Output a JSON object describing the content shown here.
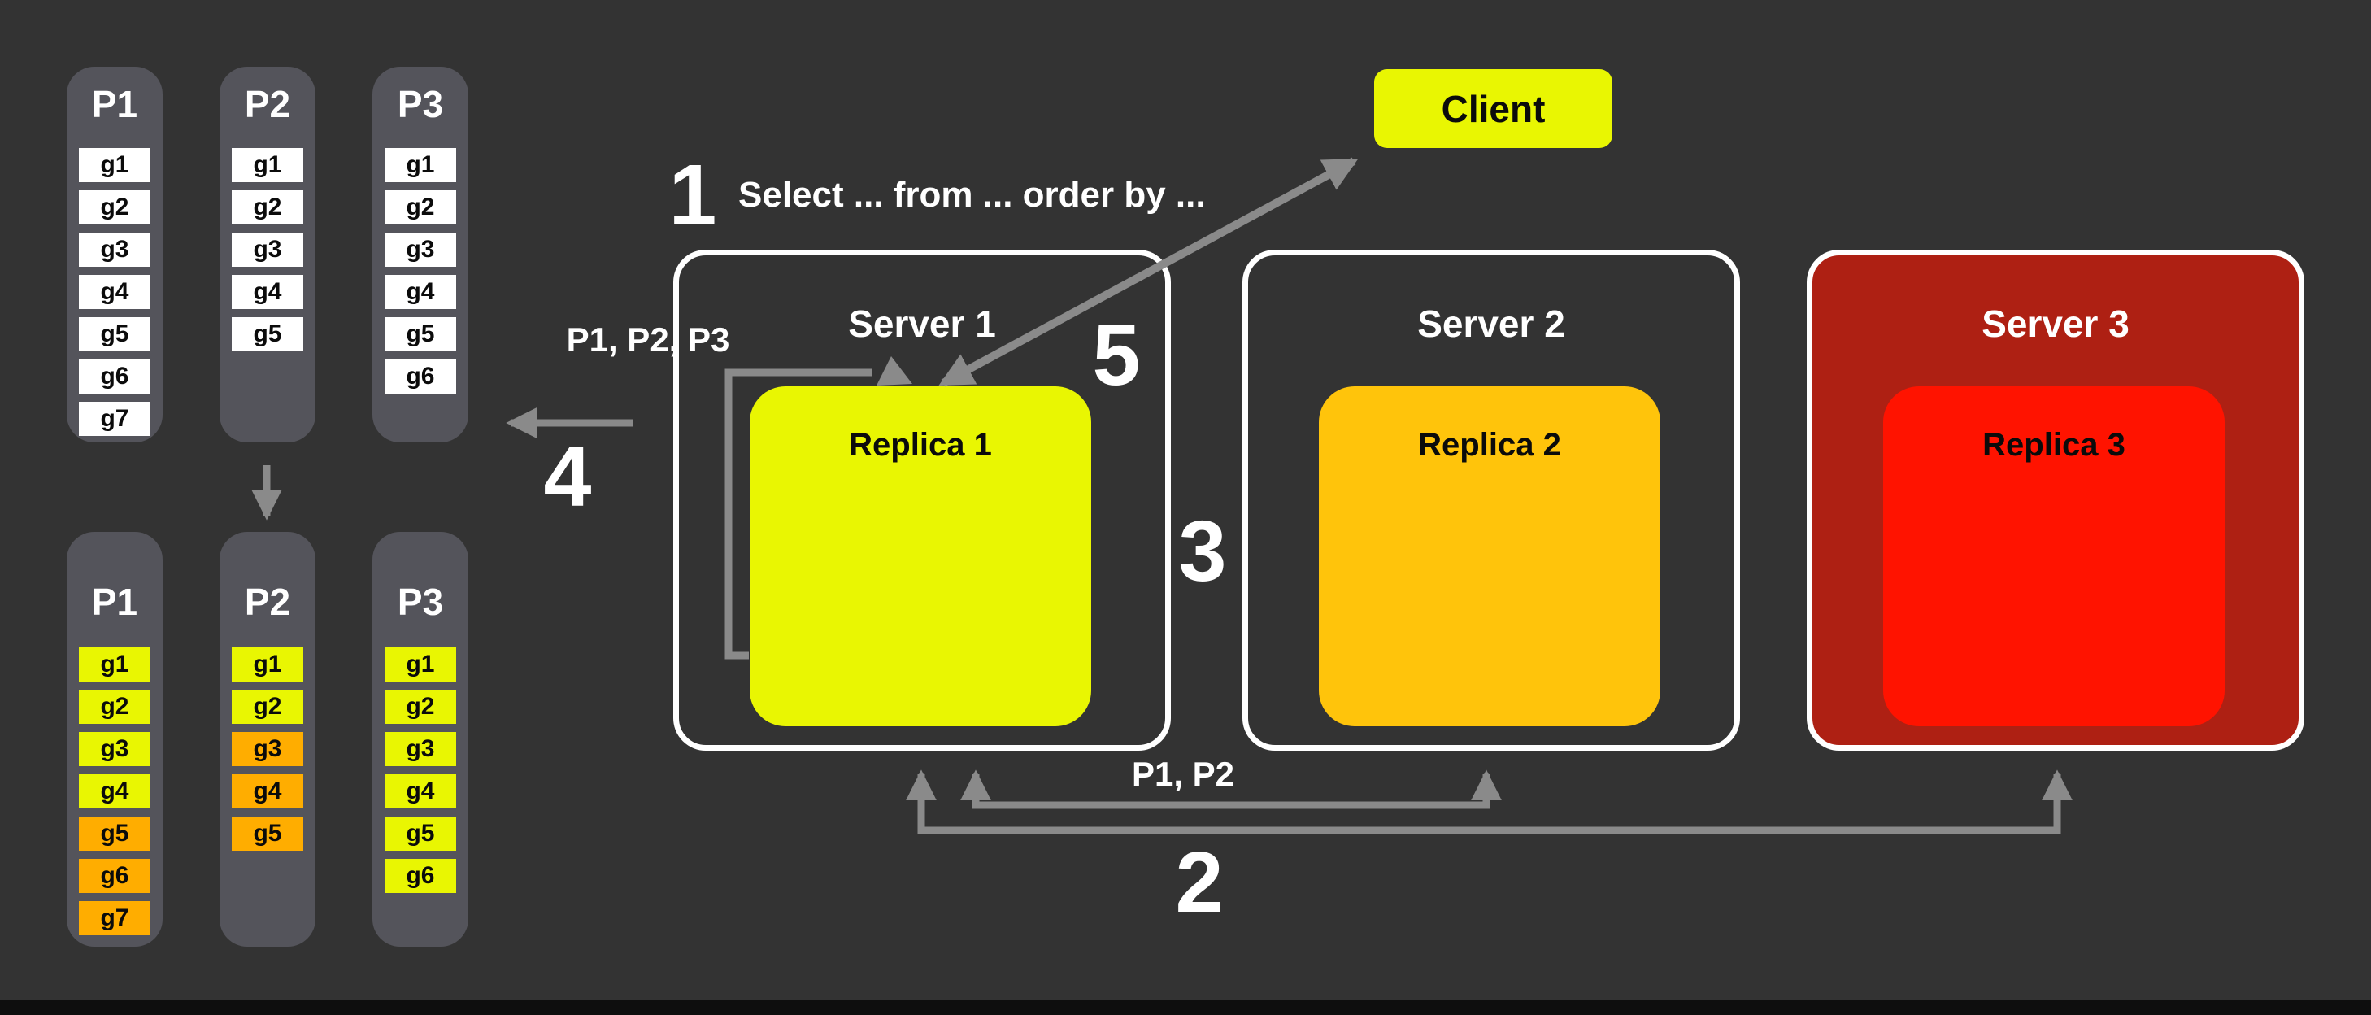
{
  "colors": {
    "background": "#333333",
    "bottom_strip": "#0E0E0E",
    "panel": "#54545B",
    "white": "#FFFFFF",
    "yellow": "#E9F602",
    "orange": "#FFAD00",
    "arrow": "#8A8A8A"
  },
  "client": {
    "label": "Client"
  },
  "servers": [
    {
      "title": "Server 1",
      "fill": "none",
      "replica_label": "Replica 1",
      "replica_fill": "#E9F602"
    },
    {
      "title": "Server 2",
      "fill": "none",
      "replica_label": "Replica 2",
      "replica_fill": "#FFC40B"
    },
    {
      "title": "Server 3",
      "fill": "#AE2013",
      "replica_label": "Replica 3",
      "replica_fill": "#FF1300"
    }
  ],
  "annotations": {
    "step1_number": "1",
    "query_text": "Select ... from ... order by ...",
    "step2_number": "2",
    "partitions_returned_label": "P1, P2",
    "step3_number": "3",
    "step4_number": "4",
    "step5_number": "5",
    "partitions_sent_label": "P1, P2, P3"
  },
  "partitions_before": {
    "columns": [
      {
        "label": "P1",
        "groups": [
          {
            "label": "g1",
            "color": "white"
          },
          {
            "label": "g2",
            "color": "white"
          },
          {
            "label": "g3",
            "color": "white"
          },
          {
            "label": "g4",
            "color": "white"
          },
          {
            "label": "g5",
            "color": "white"
          },
          {
            "label": "g6",
            "color": "white"
          },
          {
            "label": "g7",
            "color": "white"
          }
        ]
      },
      {
        "label": "P2",
        "groups": [
          {
            "label": "g1",
            "color": "white"
          },
          {
            "label": "g2",
            "color": "white"
          },
          {
            "label": "g3",
            "color": "white"
          },
          {
            "label": "g4",
            "color": "white"
          },
          {
            "label": "g5",
            "color": "white"
          }
        ]
      },
      {
        "label": "P3",
        "groups": [
          {
            "label": "g1",
            "color": "white"
          },
          {
            "label": "g2",
            "color": "white"
          },
          {
            "label": "g3",
            "color": "white"
          },
          {
            "label": "g4",
            "color": "white"
          },
          {
            "label": "g5",
            "color": "white"
          },
          {
            "label": "g6",
            "color": "white"
          }
        ]
      }
    ]
  },
  "partitions_after": {
    "columns": [
      {
        "label": "P1",
        "groups": [
          {
            "label": "g1",
            "color": "yellow"
          },
          {
            "label": "g2",
            "color": "yellow"
          },
          {
            "label": "g3",
            "color": "yellow"
          },
          {
            "label": "g4",
            "color": "yellow"
          },
          {
            "label": "g5",
            "color": "orange"
          },
          {
            "label": "g6",
            "color": "orange"
          },
          {
            "label": "g7",
            "color": "orange"
          }
        ]
      },
      {
        "label": "P2",
        "groups": [
          {
            "label": "g1",
            "color": "yellow"
          },
          {
            "label": "g2",
            "color": "yellow"
          },
          {
            "label": "g3",
            "color": "orange"
          },
          {
            "label": "g4",
            "color": "orange"
          },
          {
            "label": "g5",
            "color": "orange"
          }
        ]
      },
      {
        "label": "P3",
        "groups": [
          {
            "label": "g1",
            "color": "yellow"
          },
          {
            "label": "g2",
            "color": "yellow"
          },
          {
            "label": "g3",
            "color": "yellow"
          },
          {
            "label": "g4",
            "color": "yellow"
          },
          {
            "label": "g5",
            "color": "yellow"
          },
          {
            "label": "g6",
            "color": "yellow"
          }
        ]
      }
    ]
  }
}
